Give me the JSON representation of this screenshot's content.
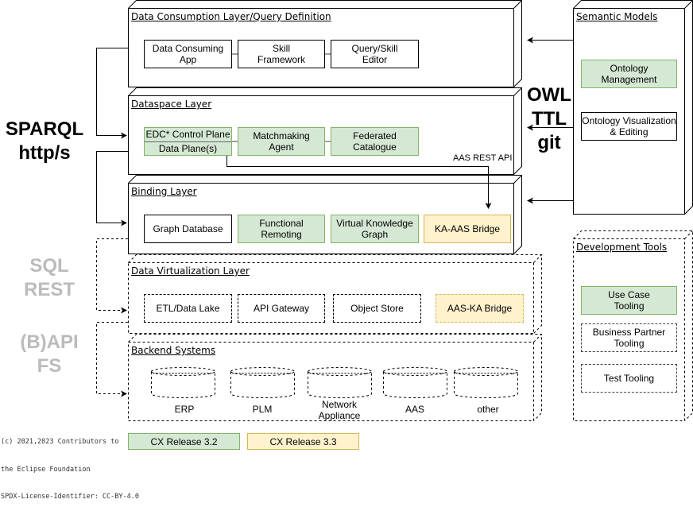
{
  "layers": {
    "consumption": {
      "title": "Data Consumption Layer/Query Definition",
      "components": [
        "Data Consuming App",
        "Skill Framework",
        "Query/Skill Editor"
      ]
    },
    "dataspace": {
      "title": "Dataspace Layer",
      "components": [
        "EDC* Control Plane",
        "Data Plane(s)",
        "Matchmaking Agent",
        "Federated Catalogue"
      ]
    },
    "binding": {
      "title": "Binding Layer",
      "components": [
        "Graph Database",
        "Functional Remoting",
        "Virtual Knowledge Graph",
        "KA-AAS Bridge"
      ]
    },
    "virtualization": {
      "title": "Data Virtualization Layer",
      "components": [
        "ETL/Data Lake",
        "API Gateway",
        "Object Store",
        "AAS-KA Bridge"
      ]
    },
    "backend": {
      "title": "Backend Systems",
      "databases": [
        "ERP",
        "PLM",
        "Network Appliance",
        "AAS",
        "other"
      ]
    }
  },
  "semantic_models": {
    "title": "Semantic Models",
    "components": [
      "Ontology Management",
      "Ontology Visualization & Editing"
    ]
  },
  "development_tools": {
    "title": "Development Tools",
    "components": [
      "Use Case Tooling",
      "Business Partner Tooling",
      "Test Tooling"
    ]
  },
  "protocol_labels": {
    "sparql": [
      "SPARQL",
      "http/s"
    ],
    "owl": [
      "OWL",
      "TTL",
      "git"
    ],
    "sql": [
      "SQL",
      "REST"
    ],
    "bapi": [
      "(B)API",
      "FS"
    ]
  },
  "edge_labels": {
    "aas_rest_api": "AAS REST API"
  },
  "legend": [
    {
      "label": "CX Release 3.2",
      "color": "#d5e8d4",
      "border": "#82b366"
    },
    {
      "label": "CX Release 3.3",
      "color": "#fff2cc",
      "border": "#d6b656"
    }
  ],
  "copyright": [
    "(c) 2021,2023 Contributors to",
    "the Eclipse Foundation",
    "SPDX-License-Identifier: CC-BY-4.0"
  ]
}
